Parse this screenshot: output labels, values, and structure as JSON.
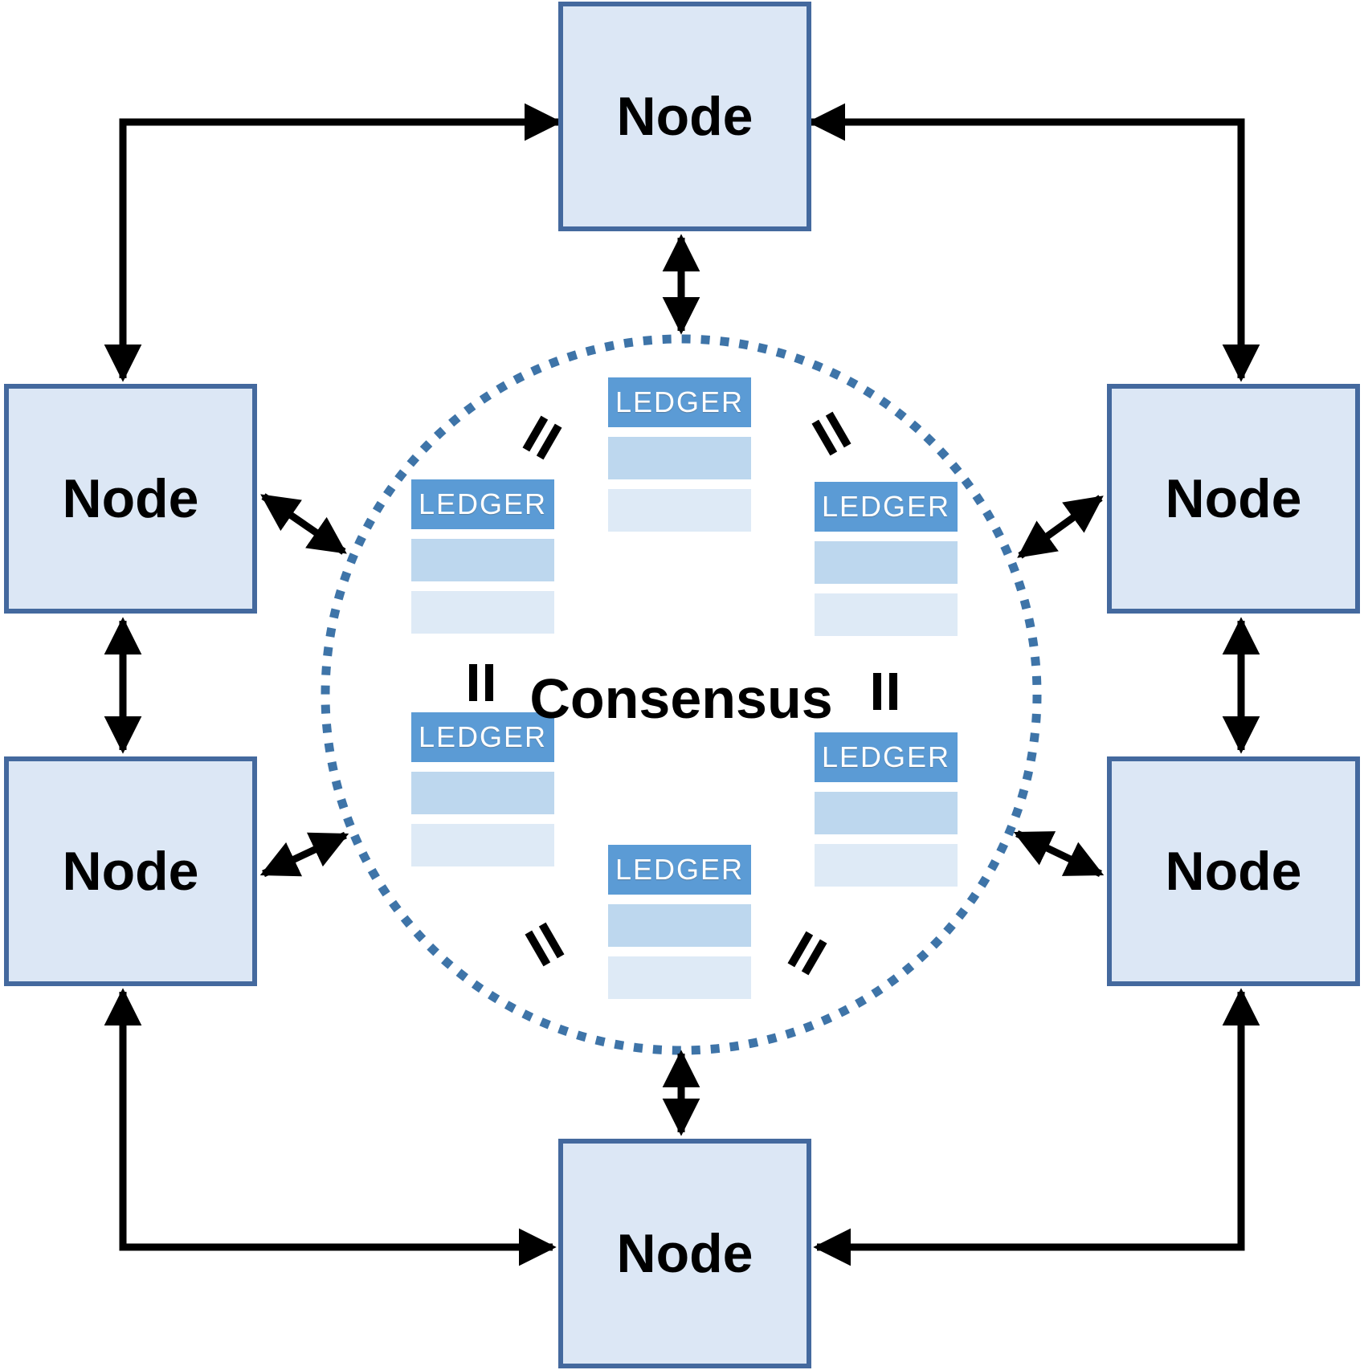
{
  "diagram": {
    "center_label": "Consensus",
    "nodes": [
      {
        "id": "node-top",
        "label": "Node"
      },
      {
        "id": "node-upper-left",
        "label": "Node"
      },
      {
        "id": "node-upper-right",
        "label": "Node"
      },
      {
        "id": "node-lower-left",
        "label": "Node"
      },
      {
        "id": "node-lower-right",
        "label": "Node"
      },
      {
        "id": "node-bottom",
        "label": "Node"
      }
    ],
    "ledgers": [
      {
        "id": "ledger-top-center",
        "label": "LEDGER"
      },
      {
        "id": "ledger-upper-left",
        "label": "LEDGER"
      },
      {
        "id": "ledger-upper-right",
        "label": "LEDGER"
      },
      {
        "id": "ledger-lower-left",
        "label": "LEDGER"
      },
      {
        "id": "ledger-lower-right",
        "label": "LEDGER"
      },
      {
        "id": "ledger-bottom-center",
        "label": "LEDGER"
      }
    ],
    "equals_marks_count": 6,
    "connector_style": "double-headed arrows"
  },
  "colors": {
    "node_fill": "#DCE7F5",
    "node_border": "#44699E",
    "ledger_header": "#5B9BD5",
    "ledger_row_mid": "#BDD7EE",
    "ledger_row_light": "#DEEAF6",
    "circle_dots": "#3E74A8",
    "arrow": "#000000",
    "text": "#000000",
    "ledger_text": "#FFFFFF"
  }
}
